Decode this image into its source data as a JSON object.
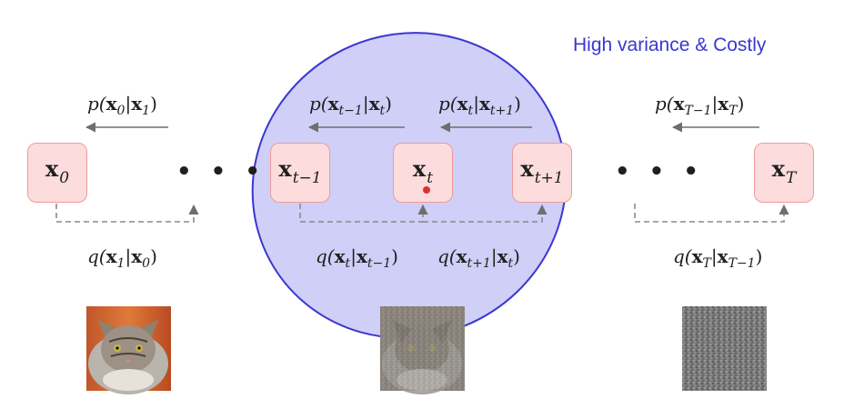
{
  "title": "High variance & Costly",
  "colors": {
    "ellipse_fill": "#cfcff7",
    "ellipse_stroke": "#3a37d0",
    "node_fill": "#fcdcdc",
    "node_border": "#f09a9a",
    "arrow": "#6e6e6e",
    "title": "#3a37d0"
  },
  "nodes": [
    {
      "main": "x",
      "sub": "0"
    },
    {
      "main": "x",
      "sub": "t−1"
    },
    {
      "main": "x",
      "sub": "t"
    },
    {
      "main": "x",
      "sub": "t+1"
    },
    {
      "main": "x",
      "sub": "T"
    }
  ],
  "ellipsis": "• • •",
  "reverse_labels": [
    {
      "fn": "p(",
      "a": "x",
      "as": "0",
      "bar": "|",
      "b": "x",
      "bs": "1",
      "end": ")"
    },
    {
      "fn": "p(",
      "a": "x",
      "as": "t−1",
      "bar": "|",
      "b": "x",
      "bs": "t",
      "end": ")"
    },
    {
      "fn": "p(",
      "a": "x",
      "as": "t",
      "bar": "|",
      "b": "x",
      "bs": "t+1",
      "end": ")"
    },
    {
      "fn": "p(",
      "a": "x",
      "as": "T−1",
      "bar": "|",
      "b": "x",
      "bs": "T",
      "end": ")"
    }
  ],
  "forward_labels": [
    {
      "fn": "q(",
      "a": "x",
      "as": "1",
      "bar": "|",
      "b": "x",
      "bs": "0",
      "end": ")"
    },
    {
      "fn": "q(",
      "a": "x",
      "as": "t",
      "bar": "|",
      "b": "x",
      "bs": "t−1",
      "end": ")"
    },
    {
      "fn": "q(",
      "a": "x",
      "as": "t+1",
      "bar": "|",
      "b": "x",
      "bs": "t",
      "end": ")"
    },
    {
      "fn": "q(",
      "a": "x",
      "as": "T",
      "bar": "|",
      "b": "x",
      "bs": "T−1",
      "end": ")"
    }
  ],
  "images": [
    {
      "name": "clean cat image"
    },
    {
      "name": "noisy cat image"
    },
    {
      "name": "pure noise image"
    }
  ]
}
